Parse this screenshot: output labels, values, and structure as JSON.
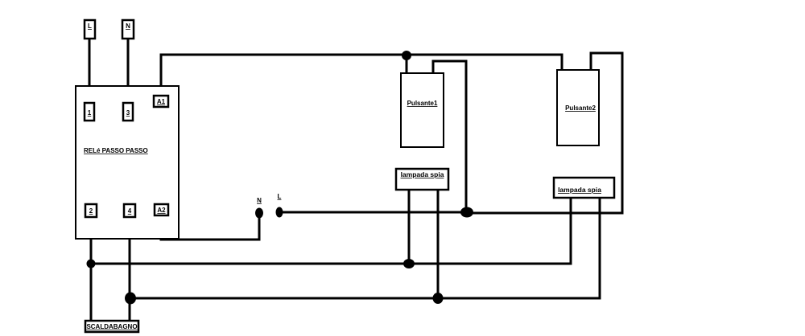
{
  "diagram": {
    "top_terminals": {
      "left": "L",
      "right": "N"
    },
    "relay": {
      "title": "RELé PASSO PASSO",
      "terminals": {
        "t1": "1",
        "t3": "3",
        "a1": "A1",
        "t2": "2",
        "t4": "4",
        "a2": "A2"
      }
    },
    "supply": {
      "n_label": "N",
      "l_label": "L"
    },
    "button1": {
      "label": "Pulsante1"
    },
    "button2": {
      "label": "Pulsante2"
    },
    "lamp1": {
      "label": "lampada spia"
    },
    "lamp2": {
      "label": "lampada spia"
    },
    "load": {
      "label": "SCALDABAGNO"
    }
  }
}
